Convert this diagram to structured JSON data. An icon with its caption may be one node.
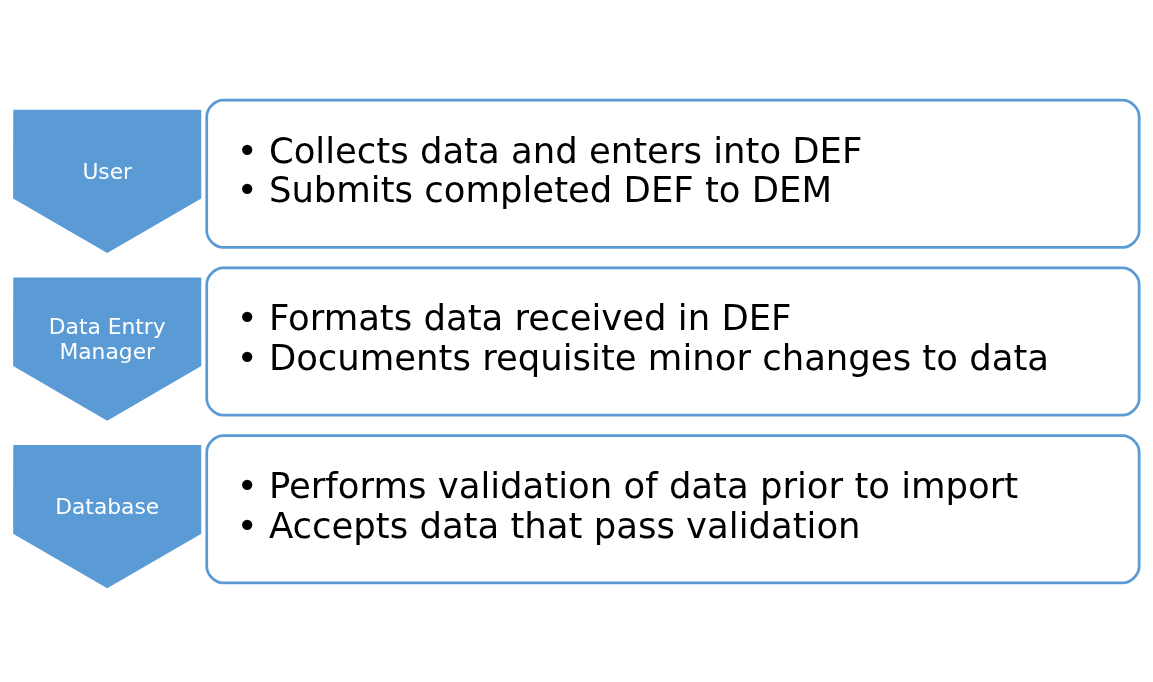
{
  "diagram": {
    "nodes": [
      {
        "text": [
          "User"
        ]
      },
      {
        "text": [
          "• Collects data and enters into DEF",
          "• Submits completed DEF to DEM"
        ]
      },
      {
        "text": [
          "Data Entry Manager"
        ]
      },
      {
        "text": [
          "• Formats data received in DEF",
          "• Documents requisite minor changes to data"
        ]
      },
      {
        "text": [
          "Database"
        ]
      },
      {
        "text": [
          "• Performs validation of data prior to import",
          "• Accepts data that pass validation"
        ]
      }
    ]
  }
}
